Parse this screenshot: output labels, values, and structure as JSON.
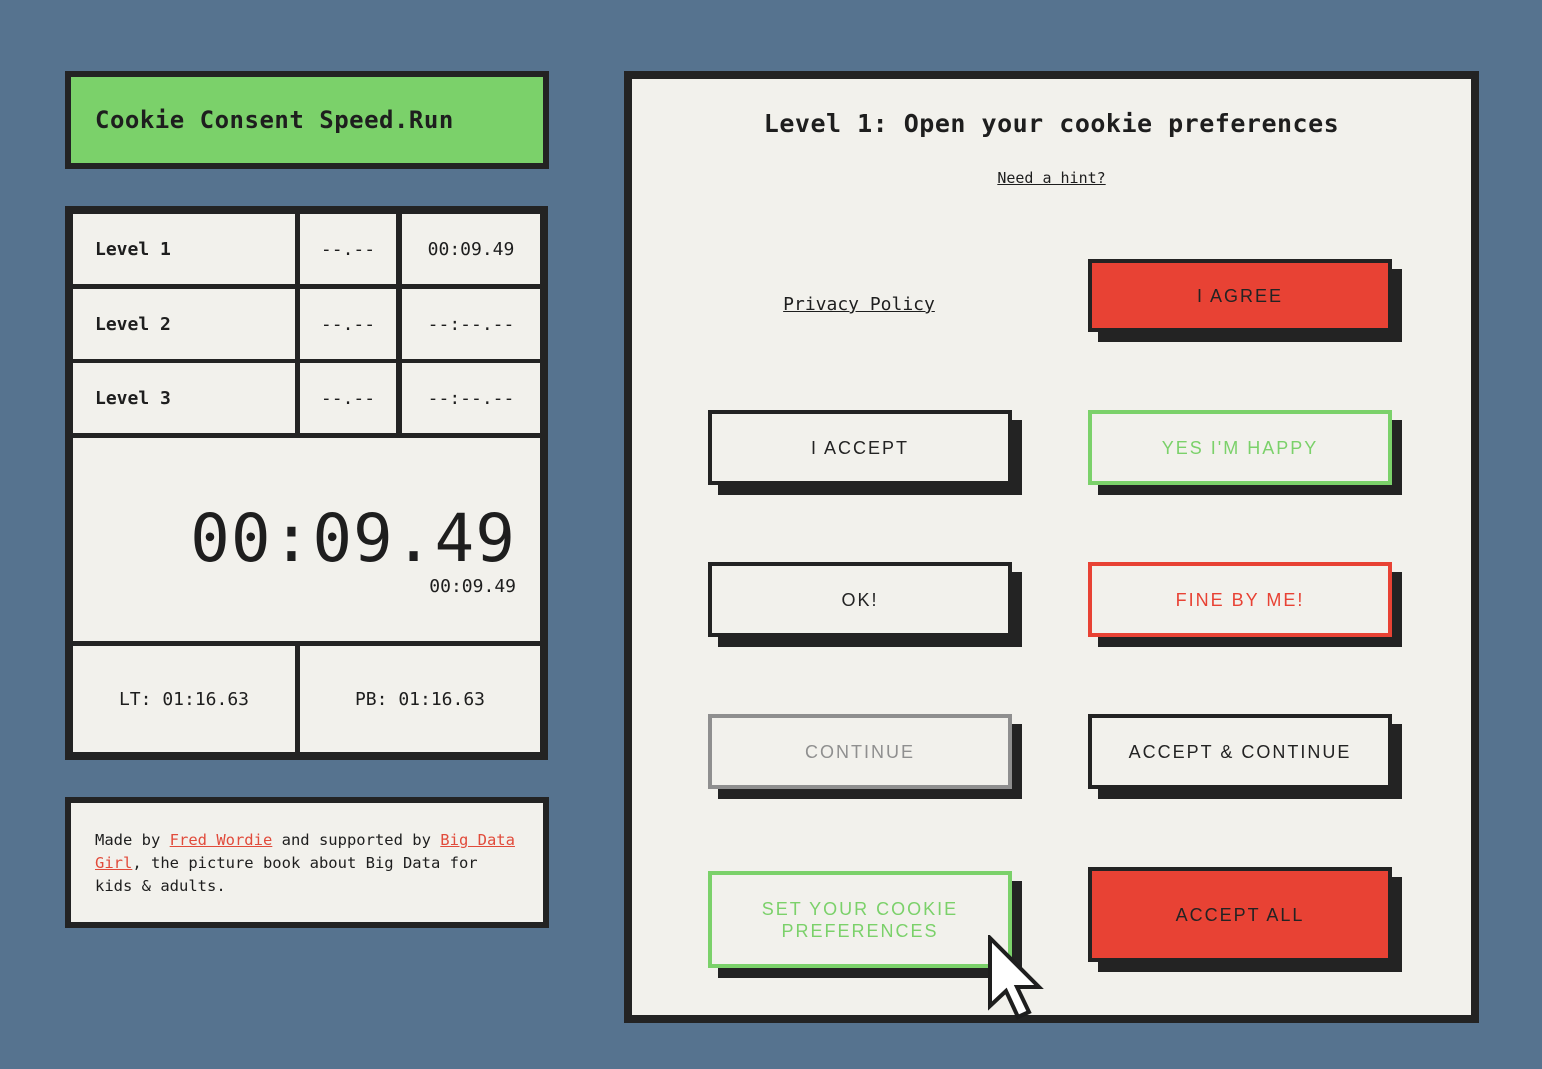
{
  "app": {
    "title": "Cookie Consent Speed.Run"
  },
  "splits": [
    {
      "label": "Level 1",
      "delta": "--.--",
      "time": "00:09.49"
    },
    {
      "label": "Level 2",
      "delta": "--.--",
      "time": "--:--.--"
    },
    {
      "label": "Level 3",
      "delta": "--.--",
      "time": "--:--.--"
    }
  ],
  "timer": {
    "main": "00:09.49",
    "segment": "00:09.49",
    "last_time": "LT: 01:16.63",
    "personal_best": "PB: 01:16.63"
  },
  "credits": {
    "made_by_prefix": "Made by ",
    "author_link": "Fred Wordie",
    "supported_by": " and supported by ",
    "book_link": "Big Data Girl",
    "suffix": ", the picture book about Big Data for kids & adults."
  },
  "game": {
    "level_title": "Level 1: Open your cookie preferences",
    "hint_link": "Need a hint?",
    "privacy_link": "Privacy Policy",
    "buttons": {
      "i_agree": "I AGREE",
      "i_accept": "I ACCEPT",
      "yes_happy": "YES I'M HAPPY",
      "ok": "OK!",
      "fine_by_me": "FINE BY ME!",
      "continue": "CONTINUE",
      "accept_continue": "ACCEPT & CONTINUE",
      "set_preferences": "SET YOUR COOKIE PREFERENCES",
      "accept_all": "ACCEPT ALL"
    }
  },
  "colors": {
    "background": "#56738f",
    "panel": "#f2f1ec",
    "border": "#232323",
    "green": "#7bd16a",
    "red": "#e84234",
    "grey": "#8f8f8f"
  },
  "icons": {
    "cursor": "mouse-pointer-icon"
  }
}
